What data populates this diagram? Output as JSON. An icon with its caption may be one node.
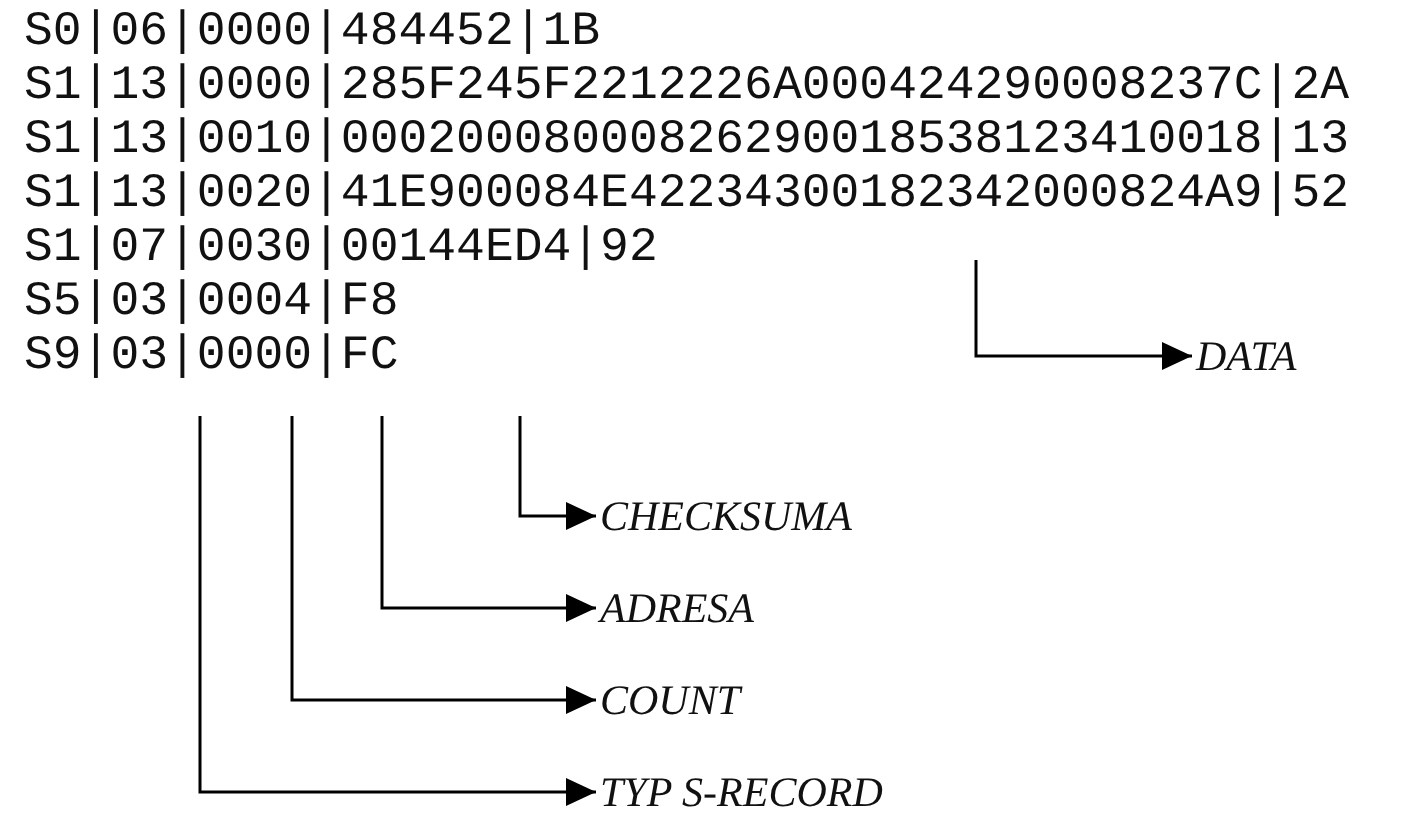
{
  "diagram": {
    "nodes": [
      {
        "text": [
          "DATA"
        ]
      },
      {
        "text": [
          "CHECKSUMA"
        ]
      },
      {
        "text": [
          "ADRESA"
        ]
      },
      {
        "text": [
          "COUNT"
        ]
      },
      {
        "text": [
          "TYP S-RECORD"
        ]
      }
    ],
    "edges": [
      {
        "from": null,
        "to": 0,
        "arrow": "to"
      },
      {
        "from": null,
        "to": 1,
        "arrow": "to"
      },
      {
        "from": null,
        "to": 2,
        "arrow": "to"
      },
      {
        "from": null,
        "to": 3,
        "arrow": "to"
      },
      {
        "from": null,
        "to": 4,
        "arrow": "to"
      }
    ],
    "labels": [
      "S0|06|0000|484452|1B",
      "S1|13|0000|285F245F2212226A000424290008237C|2A",
      "S1|13|0010|00020008000826290018538123410018|13",
      "S1|13|0020|41E900084E42234300182342000824A9|52",
      "S1|07|0030|00144ED4|92",
      "S5|03|0004|F8",
      "S9|03|0000|FC"
    ]
  }
}
